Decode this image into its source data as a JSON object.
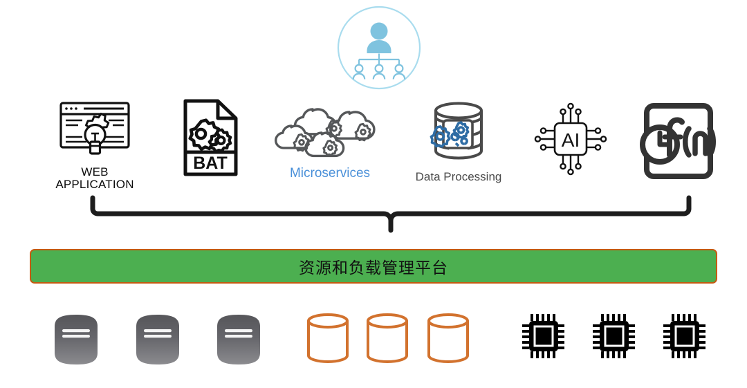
{
  "diagram": {
    "title_bar": {
      "label": "资源和负载管理平台",
      "fill_color": "#4caf50",
      "border_color": "#c55a11"
    },
    "top_node": {
      "icon": "user-hierarchy-icon",
      "accent_color": "#7fc3df"
    },
    "workload_row": [
      {
        "id": "web-application",
        "icon": "browser-gear-bulb-icon",
        "label": "WEB\nAPPLICATION",
        "label_color": "#0a0a0a"
      },
      {
        "id": "bat-script",
        "icon": "file-gears-icon",
        "label": "BAT",
        "label_color": "#000000"
      },
      {
        "id": "microservices",
        "icon": "clouds-gears-icon",
        "label": "Microservices",
        "label_color": "#4a90d9"
      },
      {
        "id": "data-processing",
        "icon": "database-gears-icon",
        "label": "Data Processing",
        "label_color": "#4a4a4a"
      },
      {
        "id": "ai-chip",
        "icon": "ai-chip-icon",
        "label": "AI",
        "label_color": "#111111"
      },
      {
        "id": "function-scheduler",
        "icon": "clock-function-icon",
        "label": "f(n)",
        "label_color": "#333333"
      }
    ],
    "resource_row": {
      "servers": {
        "icon": "server-icon",
        "count": 3,
        "color": "#5a5a5c"
      },
      "storage": {
        "icon": "storage-cylinder-icon",
        "count": 3,
        "color": "#d2722e"
      },
      "processors": {
        "icon": "cpu-chip-icon",
        "count": 3,
        "color": "#000000"
      }
    },
    "connector": {
      "icon": "brace-connector",
      "color": "#1d1d1d"
    }
  }
}
